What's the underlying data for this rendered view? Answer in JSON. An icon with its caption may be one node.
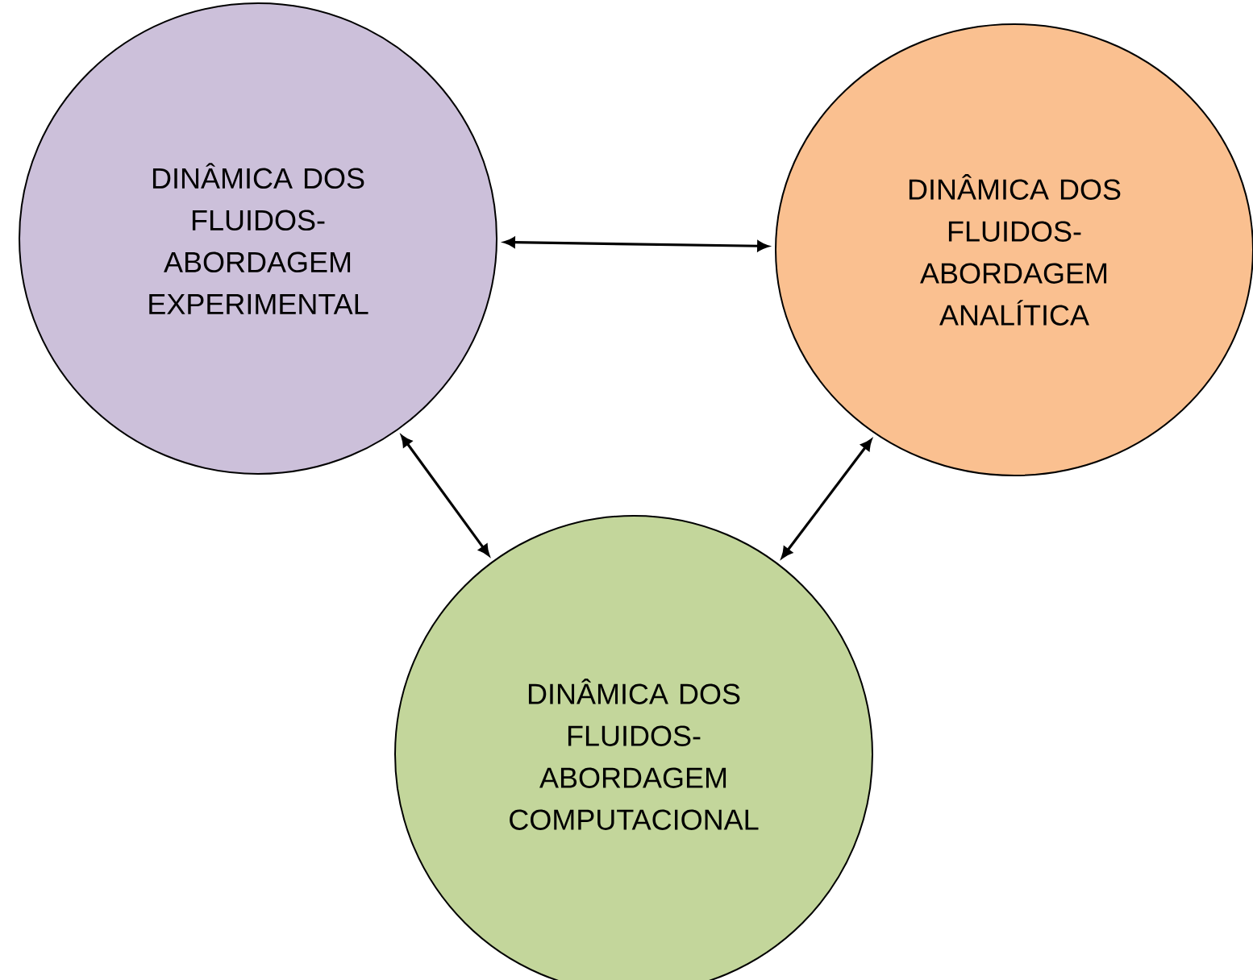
{
  "diagram": {
    "nodes": [
      {
        "text": [
          "DINÂMICA DOS FLUIDOS- ABORDAGEM EXPERIMENTAL"
        ]
      },
      {
        "text": [
          "DINÂMICA DOS FLUIDOS- ABORDAGEM ANALÍTICA"
        ]
      },
      {
        "text": [
          "DINÂMICA DOS FLUIDOS- ABORDAGEM COMPUTACIONAL"
        ]
      }
    ],
    "edges": [
      {
        "from": 0,
        "to": 1,
        "arrow": "both"
      },
      {
        "from": 0,
        "to": 2,
        "arrow": "both"
      },
      {
        "from": 1,
        "to": 2,
        "arrow": "both"
      }
    ]
  }
}
